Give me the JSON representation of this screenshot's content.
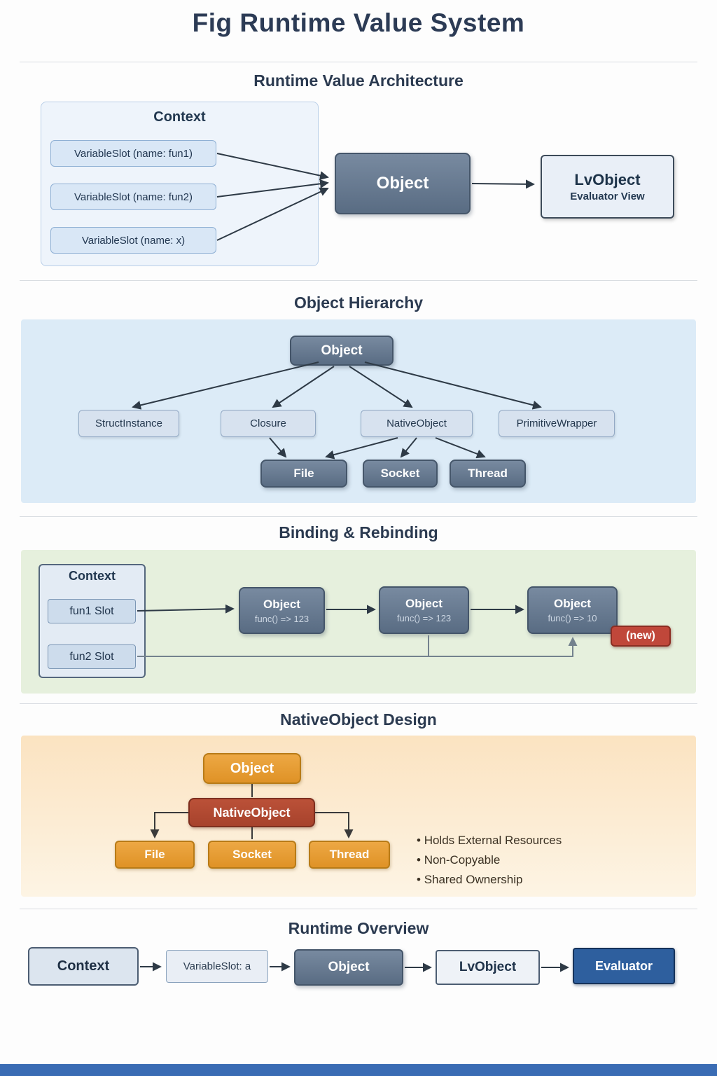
{
  "page": {
    "title": "Fig Runtime Value System"
  },
  "architecture": {
    "title": "Runtime Value Architecture",
    "context_title": "Context",
    "slots": [
      "VariableSlot (name: fun1)",
      "VariableSlot (name: fun2)",
      "VariableSlot (name: x)"
    ],
    "object": "Object",
    "lvobject": {
      "title": "LvObject",
      "subtitle": "Evaluator View"
    }
  },
  "hierarchy": {
    "title": "Object Hierarchy",
    "root": "Object",
    "children": [
      "StructInstance",
      "Closure",
      "NativeObject",
      "PrimitiveWrapper"
    ],
    "leaves": [
      "File",
      "Socket",
      "Thread"
    ]
  },
  "binding": {
    "title": "Binding & Rebinding",
    "context_title": "Context",
    "slots": [
      "fun1 Slot",
      "fun2 Slot"
    ],
    "objects": [
      {
        "title": "Object",
        "detail": "func() => 123"
      },
      {
        "title": "Object",
        "detail": "func() => 123"
      },
      {
        "title": "Object",
        "detail": "func() => 10"
      }
    ],
    "new_badge": "(new)"
  },
  "native_design": {
    "title": "NativeObject Design",
    "root": "Object",
    "parent": "NativeObject",
    "leaves": [
      "File",
      "Socket",
      "Thread"
    ],
    "bullets": [
      "Holds External Resources",
      "Non-Copyable",
      "Shared Ownership"
    ]
  },
  "overview": {
    "title": "Runtime Overview",
    "nodes": [
      "Context",
      "VariableSlot: a",
      "Object",
      "LvObject",
      "Evaluator"
    ]
  },
  "colors": {
    "accent_slate": "#5f7389",
    "accent_orange": "#e29a36",
    "accent_red": "#b14c34",
    "accent_blue": "#2e5f9e",
    "panel_blue": "#dcebf7",
    "panel_green": "#e6f0dd",
    "panel_orange": "#fcebcd",
    "title_navy": "#2c3b55"
  }
}
